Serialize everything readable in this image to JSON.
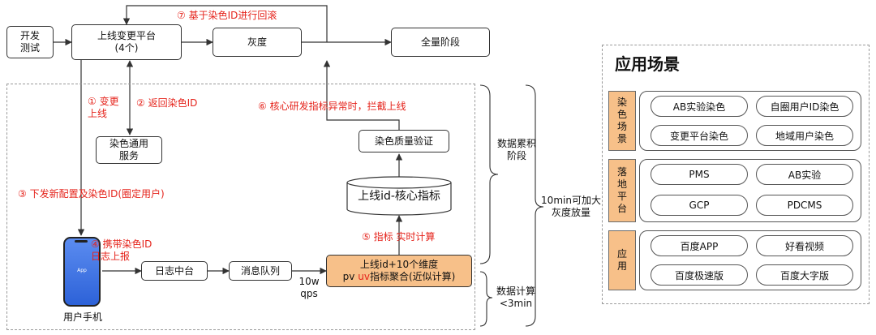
{
  "flow": {
    "dev_test": "开发\n测试",
    "release_platform": "上线变更平台\n(4个)",
    "gray": "灰度",
    "full_stage": "全量阶段",
    "dye_service": "染色通用\n服务",
    "dye_quality": "染色质量验证",
    "core_metrics_db": "上线id-核心指标",
    "aggregation_line1": "上线id+10个维度",
    "aggregation_pv": "pv ",
    "aggregation_uv": "uv",
    "aggregation_rest": "指标聚合(近似计算)",
    "log_center": "日志中台",
    "message_queue": "消息队列",
    "qps": "10w\nqps",
    "user_phone": "用户手机",
    "phone_app": "App"
  },
  "steps": {
    "s1": "① 变更\n上线",
    "s2": "② 返回染色ID",
    "s3": "③ 下发新配置及染色ID(圈定用户)",
    "s4": "④ 携带染色ID\n日志上报",
    "s5": "⑤ 指标 实时计算",
    "s6": "⑥ 核心研发指标异常时，拦截上线",
    "s7": "⑦ 基于染色ID进行回滚"
  },
  "stages": {
    "accumulate": "数据累积\n阶段",
    "compute": "数据计算\n<3min",
    "scale": "10min可加大\n灰度放量"
  },
  "scenarios": {
    "title": "应用场景",
    "groups": [
      {
        "tag": "染\n色\n场\n景",
        "items": [
          "AB实验染色",
          "自圈用户ID染色",
          "变更平台染色",
          "地域用户染色"
        ]
      },
      {
        "tag": "落\n地\n平\n台",
        "items": [
          "PMS",
          "AB实验",
          "GCP",
          "PDCMS"
        ]
      },
      {
        "tag": "应\n用",
        "items": [
          "百度APP",
          "好看视频",
          "百度极速版",
          "百度大字版"
        ]
      }
    ]
  },
  "colors": {
    "red": "#e5231b",
    "orange": "#f7c089",
    "border": "#333333"
  }
}
